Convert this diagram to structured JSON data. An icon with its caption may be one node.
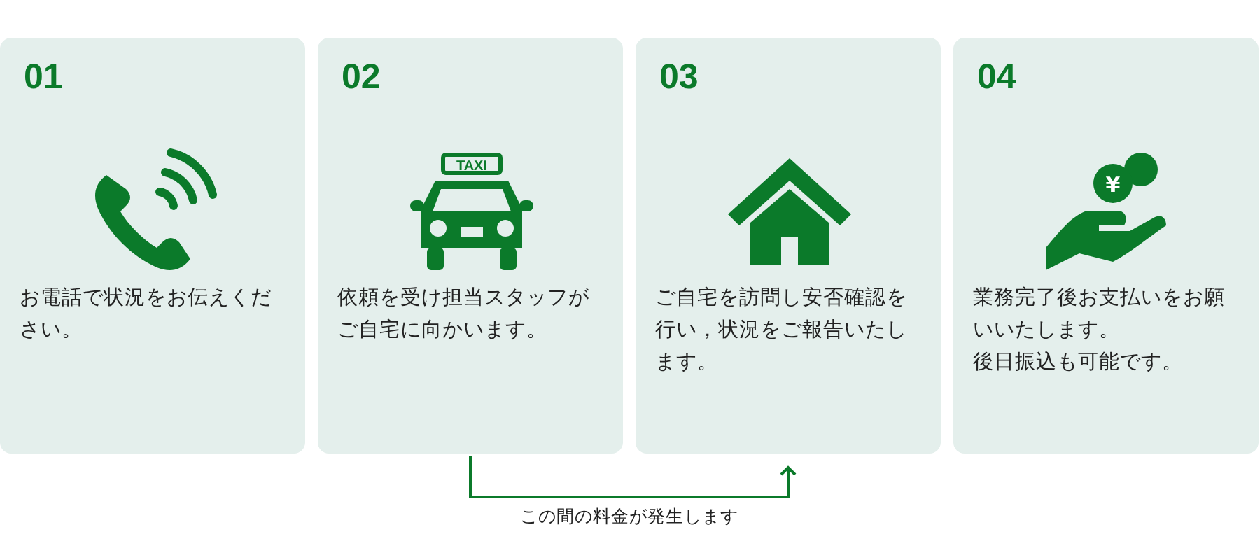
{
  "diagram": {
    "nodes": [
      {
        "text": [
          "01",
          "お電話で状況をお伝えください。"
        ]
      },
      {
        "text": [
          "02",
          "依頼を受け担当スタッフがご自宅に向かいます。"
        ]
      },
      {
        "text": [
          "03",
          "ご自宅を訪問し安否確認を行い，状況をご報告いたします。"
        ]
      },
      {
        "text": [
          "04",
          "業務完了後お支払いをお願いいたします。",
          "後日振込も可能です。"
        ]
      }
    ],
    "edges": [
      {
        "from": 1,
        "to": 2,
        "arrow": "to",
        "label": "この間の料金が発生します"
      }
    ],
    "labels": [
      "TAXI",
      "¥"
    ]
  }
}
